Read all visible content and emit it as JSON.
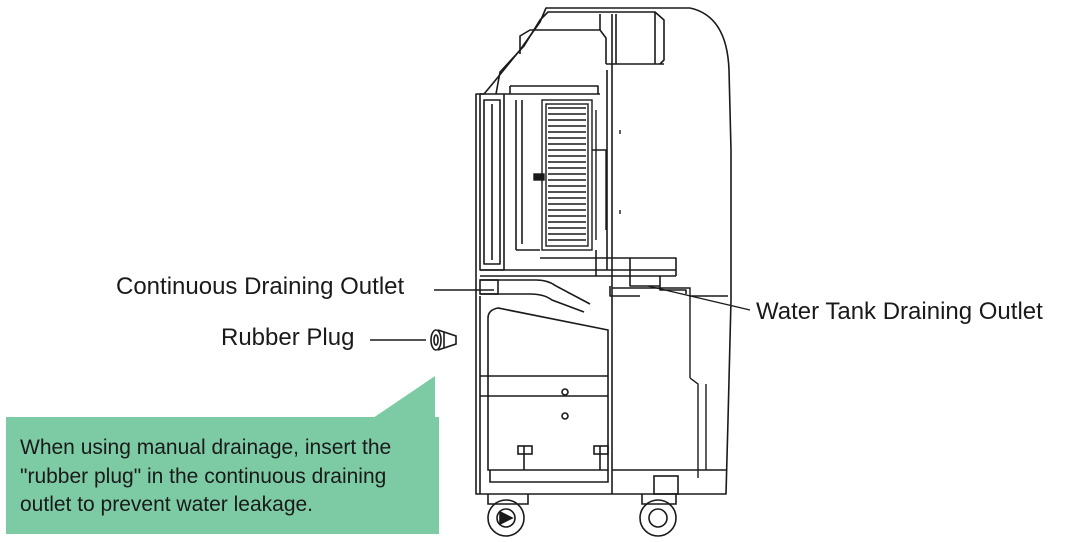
{
  "labels": {
    "continuous_outlet": "Continuous Draining Outlet",
    "rubber_plug": "Rubber Plug",
    "water_tank_outlet": "Water Tank Draining Outlet"
  },
  "note": {
    "lines": [
      "When using manual drainage, insert the",
      "\"rubber plug\" in the continuous draining",
      "outlet to prevent water leakage."
    ]
  },
  "colors": {
    "note_background": "#7dcba4",
    "line_art": "#1a1a1a"
  }
}
